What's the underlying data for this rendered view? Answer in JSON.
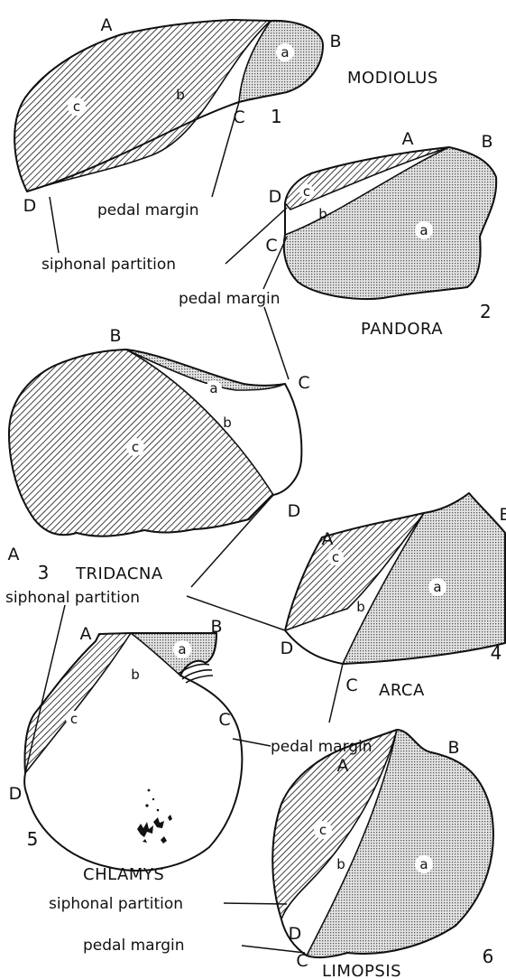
{
  "figure": {
    "shells": [
      {
        "number": "1",
        "name": "MODIOLUS",
        "points": {
          "A": "A",
          "B": "B",
          "C": "C",
          "D": "D"
        },
        "regions": {
          "a": "a",
          "b": "b",
          "c": "c"
        }
      },
      {
        "number": "2",
        "name": "PANDORA",
        "points": {
          "A": "A",
          "B": "B",
          "C": "C",
          "D": "D"
        },
        "regions": {
          "a": "a",
          "b": "b",
          "c": "c"
        }
      },
      {
        "number": "3",
        "name": "TRIDACNA",
        "points": {
          "A": "A",
          "B": "B",
          "C": "C",
          "D": "D"
        },
        "regions": {
          "a": "a",
          "b": "b",
          "c": "c"
        }
      },
      {
        "number": "4",
        "name": "ARCA",
        "points": {
          "A": "A",
          "B": "B",
          "C": "C",
          "D": "D"
        },
        "regions": {
          "a": "a",
          "b": "b",
          "c": "c"
        }
      },
      {
        "number": "5",
        "name": "CHLAMYS",
        "points": {
          "A": "A",
          "B": "B",
          "C": "C",
          "D": "D"
        },
        "regions": {
          "a": "a",
          "b": "b",
          "c": "c"
        }
      },
      {
        "number": "6",
        "name": "LIMOPSIS",
        "points": {
          "A": "A",
          "B": "B",
          "C": "C",
          "D": "D"
        },
        "regions": {
          "a": "a",
          "b": "b",
          "c": "c"
        }
      }
    ],
    "annotations": {
      "pedal_margin_1": "pedal margin",
      "siphonal_partition_1": "siphonal partition",
      "pedal_margin_2": "pedal margin",
      "siphonal_partition_3": "siphonal partition",
      "pedal_margin_4": "pedal margin",
      "siphonal_partition_6": "siphonal partition",
      "pedal_margin_6": "pedal margin"
    }
  }
}
